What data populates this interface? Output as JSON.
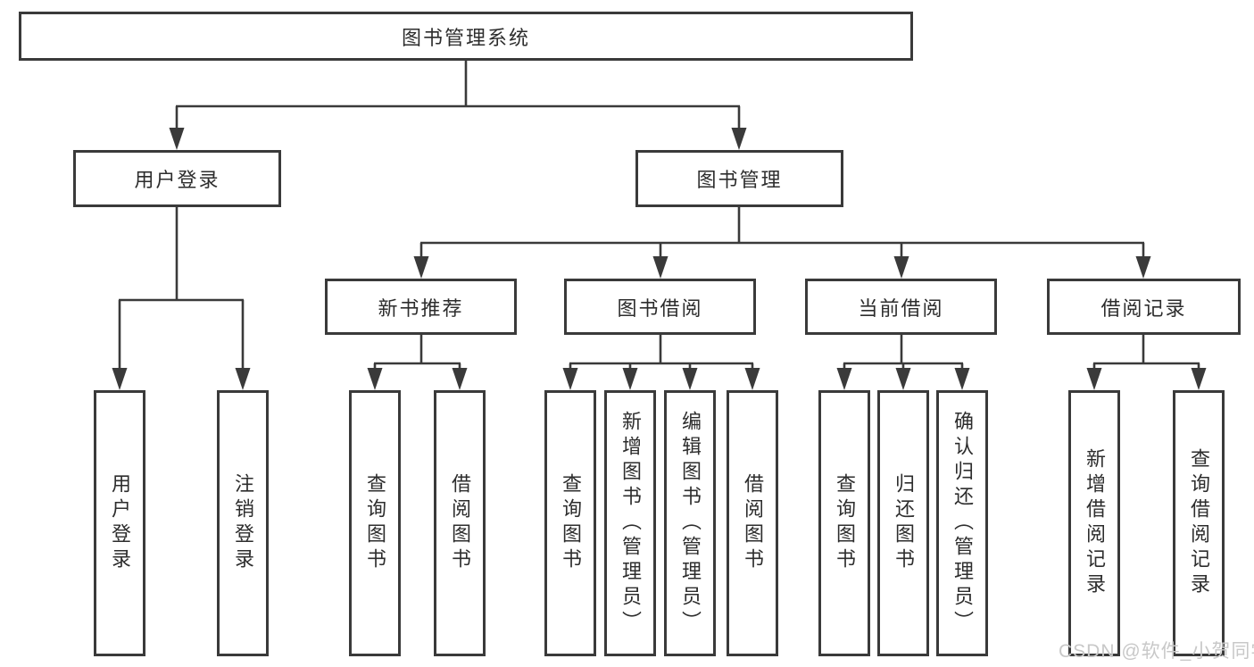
{
  "diagram": {
    "root_label": "图书管理系统",
    "level2": [
      {
        "label": "用户登录"
      },
      {
        "label": "图书管理"
      }
    ],
    "level3": [
      {
        "label": "新书推荐"
      },
      {
        "label": "图书借阅"
      },
      {
        "label": "当前借阅"
      },
      {
        "label": "借阅记录"
      }
    ],
    "leaves": [
      {
        "label": "用户登录"
      },
      {
        "label": "注销登录"
      },
      {
        "label": "查询图书"
      },
      {
        "label": "借阅图书"
      },
      {
        "label": "查询图书"
      },
      {
        "label": "新增图书（管理员）"
      },
      {
        "label": "编辑图书（管理员）"
      },
      {
        "label": "借阅图书"
      },
      {
        "label": "查询图书"
      },
      {
        "label": "归还图书"
      },
      {
        "label": "确认归还（管理员）"
      },
      {
        "label": "新增借阅记录"
      },
      {
        "label": "查询借阅记录"
      }
    ]
  },
  "watermark": {
    "text": "CSDN @软件_小贺同学"
  },
  "colors": {
    "line": "#3a3a3a",
    "text": "#2d2d2d",
    "watermark": "#c8c8c8",
    "background": "#ffffff"
  }
}
